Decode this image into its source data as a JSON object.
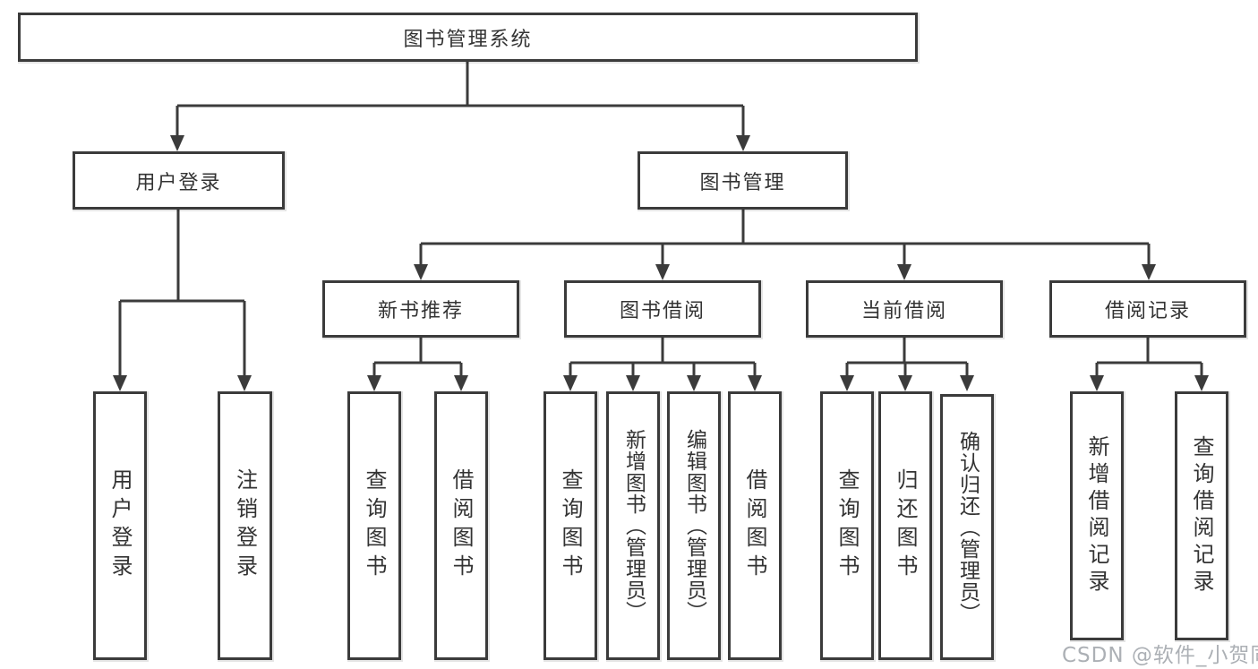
{
  "diagram": {
    "title": "图书管理系统",
    "root": {
      "label": "图书管理系统"
    },
    "branches": [
      {
        "label": "用户登录",
        "children": [
          {
            "label": "用户登录"
          },
          {
            "label": "注销登录"
          }
        ]
      },
      {
        "label": "图书管理",
        "children": [
          {
            "label": "新书推荐",
            "children": [
              {
                "label": "查询图书"
              },
              {
                "label": "借阅图书"
              }
            ]
          },
          {
            "label": "图书借阅",
            "children": [
              {
                "label": "查询图书"
              },
              {
                "label": "新增图书（管理员）"
              },
              {
                "label": "编辑图书（管理员）"
              },
              {
                "label": "借阅图书"
              }
            ]
          },
          {
            "label": "当前借阅",
            "children": [
              {
                "label": "查询图书"
              },
              {
                "label": "归还图书"
              },
              {
                "label": "确认归还（管理员）"
              }
            ]
          },
          {
            "label": "借阅记录",
            "children": [
              {
                "label": "新增借阅记录"
              },
              {
                "label": "查询借阅记录"
              }
            ]
          }
        ]
      }
    ]
  },
  "watermark": {
    "text": "CSDN @软件_小贺同学"
  },
  "colors": {
    "line": "#3b3b3b",
    "border": "#3b3b3b",
    "text": "#333333",
    "watermark": "#a8acb1",
    "background": "#ffffff"
  }
}
